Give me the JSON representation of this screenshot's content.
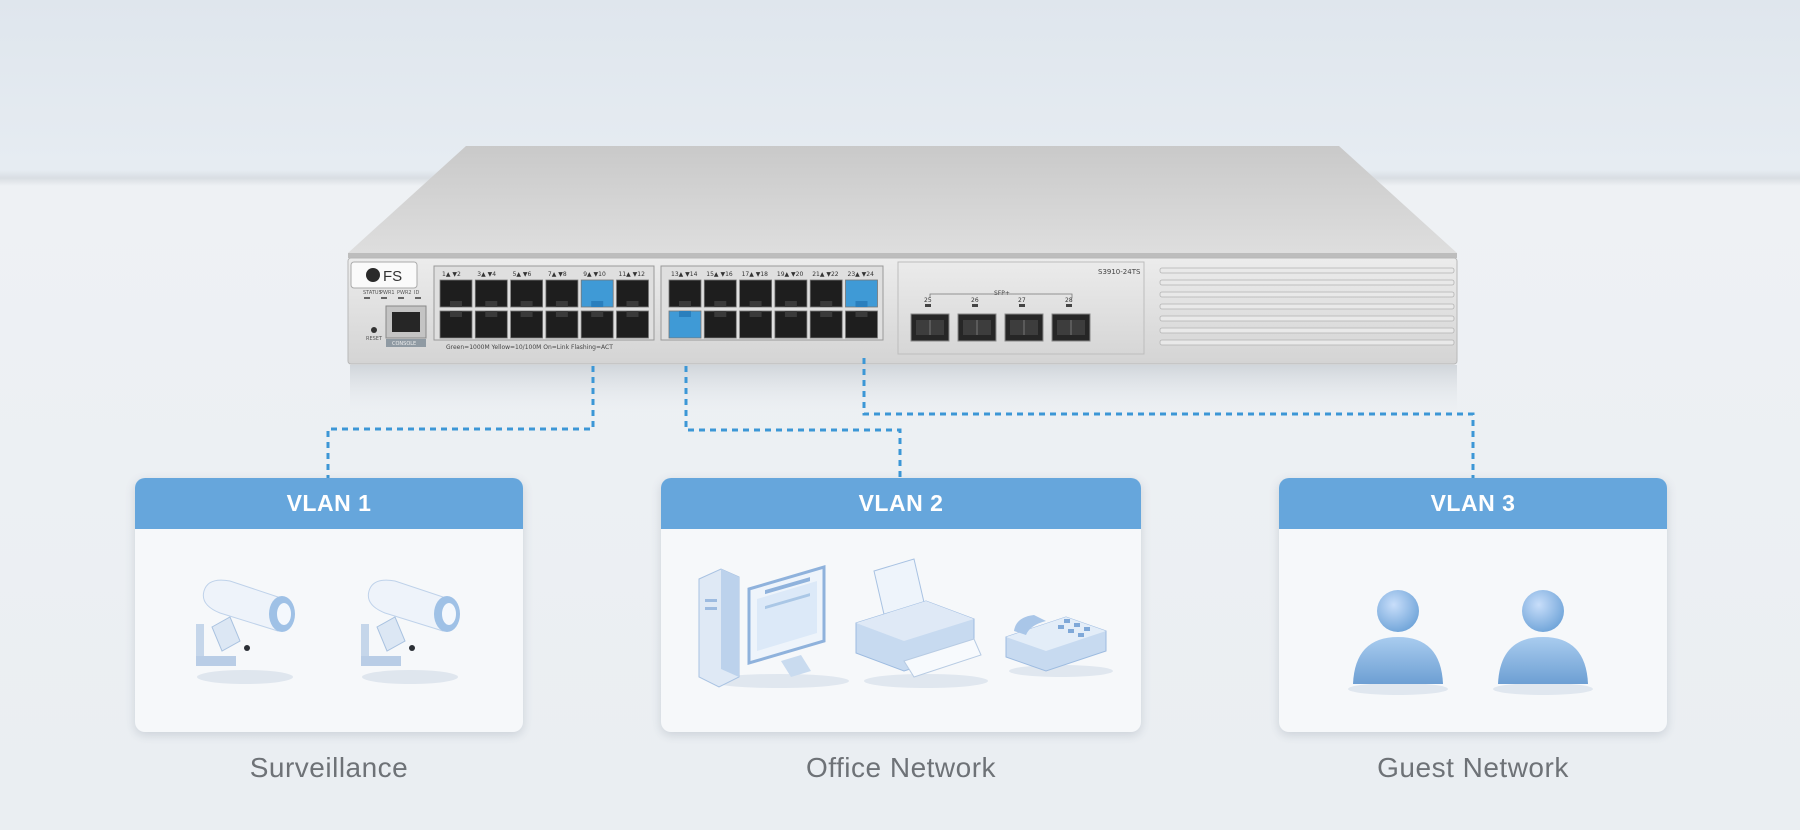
{
  "switch": {
    "brand": "FS",
    "model": "S3910-24TS",
    "status_labels": [
      "STATUS",
      "PWR1",
      "PWR2",
      "ID"
    ],
    "reset_label": "RESET",
    "console_label": "CONSOLE",
    "legend_text": "Green=1000M  Yellow=10/100M  On=Link  Flashing=ACT",
    "port_pair_labels": [
      "1▲ ▼2",
      "3▲ ▼4",
      "5▲ ▼6",
      "7▲ ▼8",
      "9▲ ▼10",
      "11▲ ▼12",
      "13▲ ▼14",
      "15▲ ▼16",
      "17▲ ▼18",
      "19▲ ▼20",
      "21▲ ▼22",
      "23▲ ▼24"
    ],
    "sfp_header": "SFP+",
    "sfp_labels": [
      "25",
      "26",
      "27",
      "28"
    ],
    "highlight_color": "#3f9ad6"
  },
  "vlans": [
    {
      "title": "VLAN 1",
      "caption": "Surveillance"
    },
    {
      "title": "VLAN 2",
      "caption": "Office Network"
    },
    {
      "title": "VLAN 3",
      "caption": "Guest Network"
    }
  ],
  "colors": {
    "header_blue": "#66a6dc",
    "dashed_line": "#3c97d6",
    "caption_gray": "#6e7277"
  }
}
